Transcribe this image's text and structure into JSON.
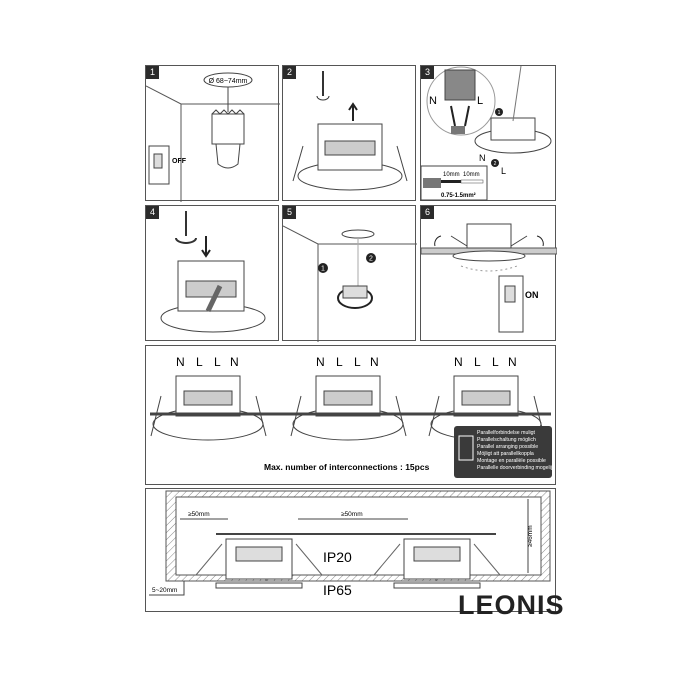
{
  "steps": [
    {
      "number": "1",
      "hole_size": "Ø 68~74mm",
      "switch_label": "OFF"
    },
    {
      "number": "2"
    },
    {
      "number": "3",
      "n": "N",
      "l": "L",
      "strip_1": "10mm",
      "strip_2": "10mm",
      "cable": "0.75-1.5mm²",
      "circle_1": "1",
      "circle_2": "2"
    },
    {
      "number": "4"
    },
    {
      "number": "5",
      "circle_1": "1",
      "circle_2": "2"
    },
    {
      "number": "6",
      "switch_label": "ON"
    }
  ],
  "parallel": {
    "terminal_labels": [
      "N",
      "L",
      "L",
      "N"
    ],
    "max_text": "Max. number of interconnections : 15pcs",
    "languages": [
      "Parallelforbindelse muligt",
      "Parallelschaltung möglich",
      "Parallel arranging possible",
      "Möjligt att parallellkoppla",
      "Montage en parallèle possible",
      "Parallelle doorverbinding mogelijk"
    ]
  },
  "installation": {
    "side_gap": "≥50mm",
    "between_gap": "≥50mm",
    "depth": "≥46mm",
    "ceiling": "5~20mm",
    "ip_inside": "IP20",
    "ip_outside": "IP65"
  },
  "brand": "LEONIS",
  "colors": {
    "line": "#333333",
    "label_bg": "#2b2b2b",
    "lang_box": "#3a3a3a"
  }
}
